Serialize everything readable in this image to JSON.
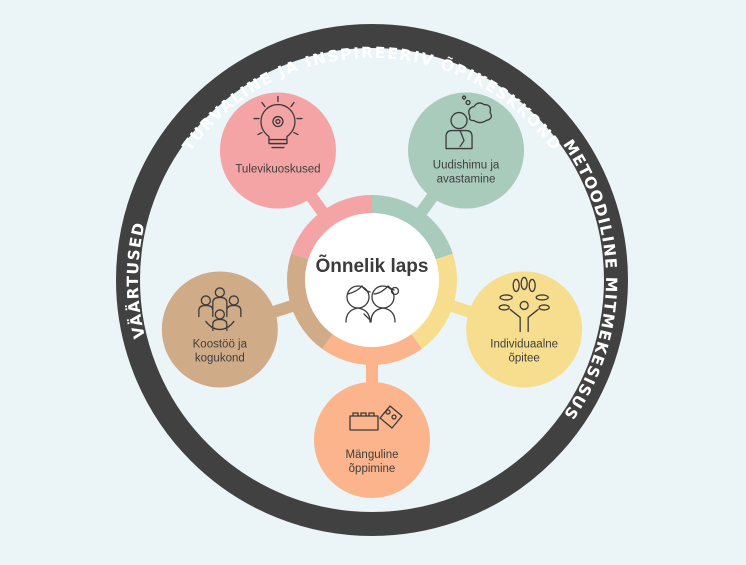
{
  "diagram": {
    "background": "#ebf4f6",
    "outer_ring": {
      "color": "#414141",
      "labels": {
        "top": "TURVALINE JA INSPIREERIV  ÕPIKESKKOND",
        "right": "METOODILINE MITMEKESISUS",
        "left": "VÄÄRTUSED"
      }
    },
    "center": {
      "title": "Õnnelik laps",
      "icon": "children-icon",
      "fill": "#ffffff"
    },
    "satellites": [
      {
        "id": "tulevikuoskused",
        "lines": [
          "Tulevikuoskused"
        ],
        "color": "#f5a4a5",
        "icon": "lightbulb-gear-icon",
        "angle_deg": -36
      },
      {
        "id": "uudishimu",
        "lines": [
          "Uudishimu ja",
          "avastamine"
        ],
        "color": "#a8cbbc",
        "icon": "thinking-person-icon",
        "angle_deg": 36
      },
      {
        "id": "individuaalne",
        "lines": [
          "Individuaalne",
          "õpitee"
        ],
        "color": "#f7dd8e",
        "icon": "growth-tree-icon",
        "angle_deg": 108
      },
      {
        "id": "manguline",
        "lines": [
          "Mänguline",
          "õppimine"
        ],
        "color": "#fbb48b",
        "icon": "building-blocks-icon",
        "angle_deg": 180
      },
      {
        "id": "koostoo",
        "lines": [
          "Koostöö ja",
          "kogukond"
        ],
        "color": "#d0ab88",
        "icon": "group-people-icon",
        "angle_deg": 252
      }
    ]
  }
}
